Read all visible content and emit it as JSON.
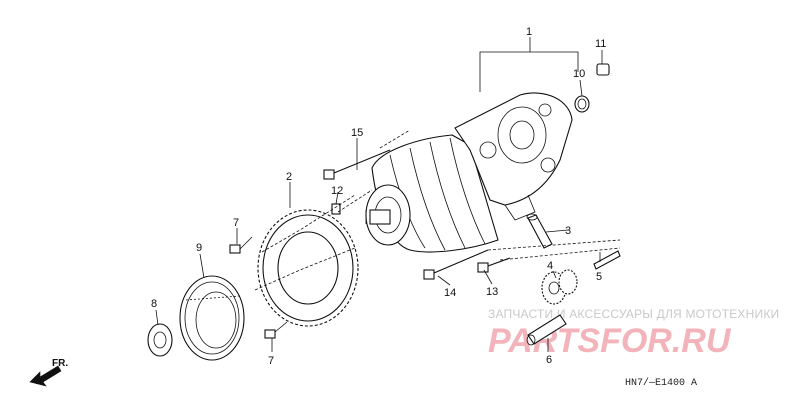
{
  "diagram": {
    "callouts": [
      {
        "id": "c1",
        "label": "1"
      },
      {
        "id": "c2",
        "label": "2"
      },
      {
        "id": "c3",
        "label": "3"
      },
      {
        "id": "c4",
        "label": "4"
      },
      {
        "id": "c5",
        "label": "5"
      },
      {
        "id": "c6",
        "label": "6"
      },
      {
        "id": "c7a",
        "label": "7"
      },
      {
        "id": "c7b",
        "label": "7"
      },
      {
        "id": "c8",
        "label": "8"
      },
      {
        "id": "c9",
        "label": "9"
      },
      {
        "id": "c10",
        "label": "10"
      },
      {
        "id": "c11",
        "label": "11"
      },
      {
        "id": "c12",
        "label": "12"
      },
      {
        "id": "c13",
        "label": "13"
      },
      {
        "id": "c14",
        "label": "14"
      },
      {
        "id": "c15",
        "label": "15"
      }
    ],
    "direction_label": "FR.",
    "diagram_code": "HN7/—E1400 A"
  },
  "watermark": {
    "tagline": "ЗАПЧАСТИ И АКСЕССУАРЫ ДЛЯ МОТОТЕХНИКИ",
    "brand": "PARTSFOR.RU"
  },
  "colors": {
    "watermark_brand": "#f3b3bb",
    "watermark_tagline": "#c9c9c9",
    "line": "#111111"
  }
}
